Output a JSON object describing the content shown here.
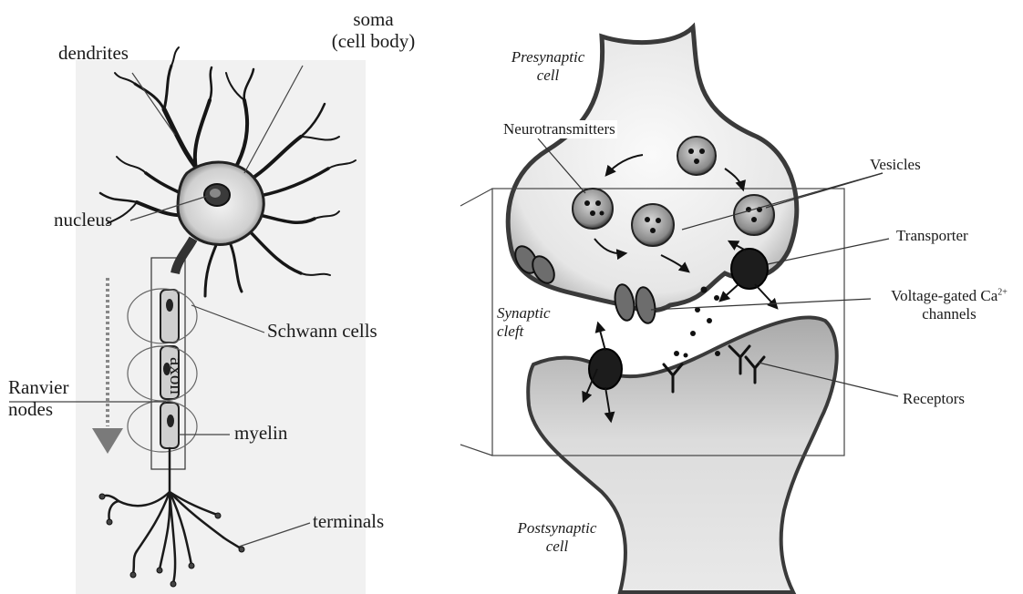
{
  "neuron": {
    "labels": {
      "dendrites": "dendrites",
      "soma_line1": "soma",
      "soma_line2": "(cell body)",
      "nucleus": "nucleus",
      "schwann": "Schwann cells",
      "axon": "axon",
      "ranvier_line1": "Ranvier",
      "ranvier_line2": "nodes",
      "myelin": "myelin",
      "terminals": "terminals"
    }
  },
  "synapse": {
    "labels": {
      "presynaptic_line1": "Presynaptic",
      "presynaptic_line2": "cell",
      "neurotransmitters": "Neurotransmitters",
      "vesicles": "Vesicles",
      "transporter": "Transporter",
      "vgcc_line1": "Voltage-gated Ca",
      "vgcc_sup": "2+",
      "vgcc_line2": "channels",
      "synaptic_cleft_line1": "Synaptic",
      "synaptic_cleft_line2": "cleft",
      "receptors": "Receptors",
      "postsynaptic_line1": "Postsynaptic",
      "postsynaptic_line2": "cell"
    }
  }
}
